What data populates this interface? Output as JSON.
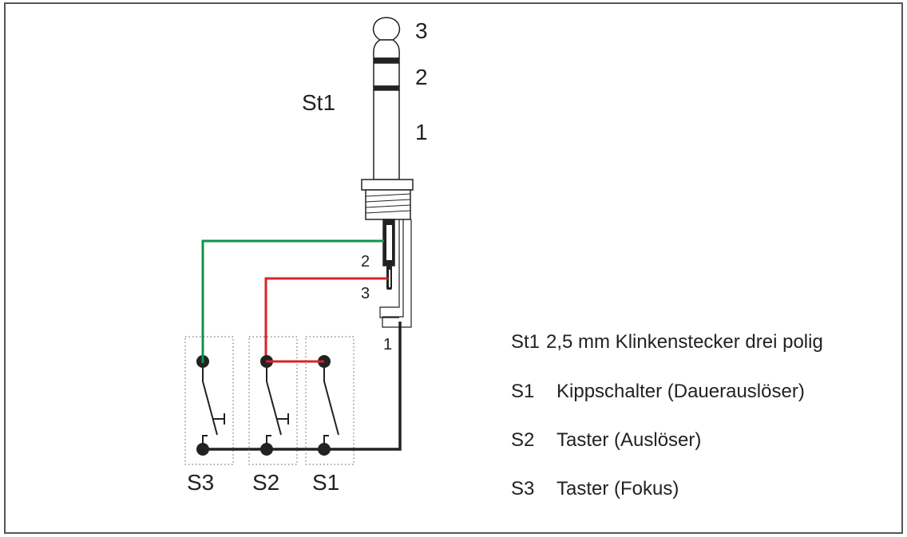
{
  "plug": {
    "label": "St1",
    "contacts": [
      "3",
      "2",
      "1"
    ],
    "terminals": [
      "2",
      "3",
      "1"
    ]
  },
  "switches": [
    {
      "label": "S3",
      "type": "push"
    },
    {
      "label": "S2",
      "type": "push"
    },
    {
      "label": "S1",
      "type": "toggle"
    }
  ],
  "legend": [
    {
      "code": "St1",
      "text": "2,5 mm Klinkenstecker drei polig"
    },
    {
      "code": "S1",
      "text": "Kippschalter (Dauerauslöser)"
    },
    {
      "code": "S2",
      "text": "Taster (Auslöser)"
    },
    {
      "code": "S3",
      "text": "Taster (Fokus)"
    }
  ],
  "colors": {
    "green_wire": "#10924a",
    "red_wire": "#d8232a",
    "black_wire": "#222222"
  }
}
